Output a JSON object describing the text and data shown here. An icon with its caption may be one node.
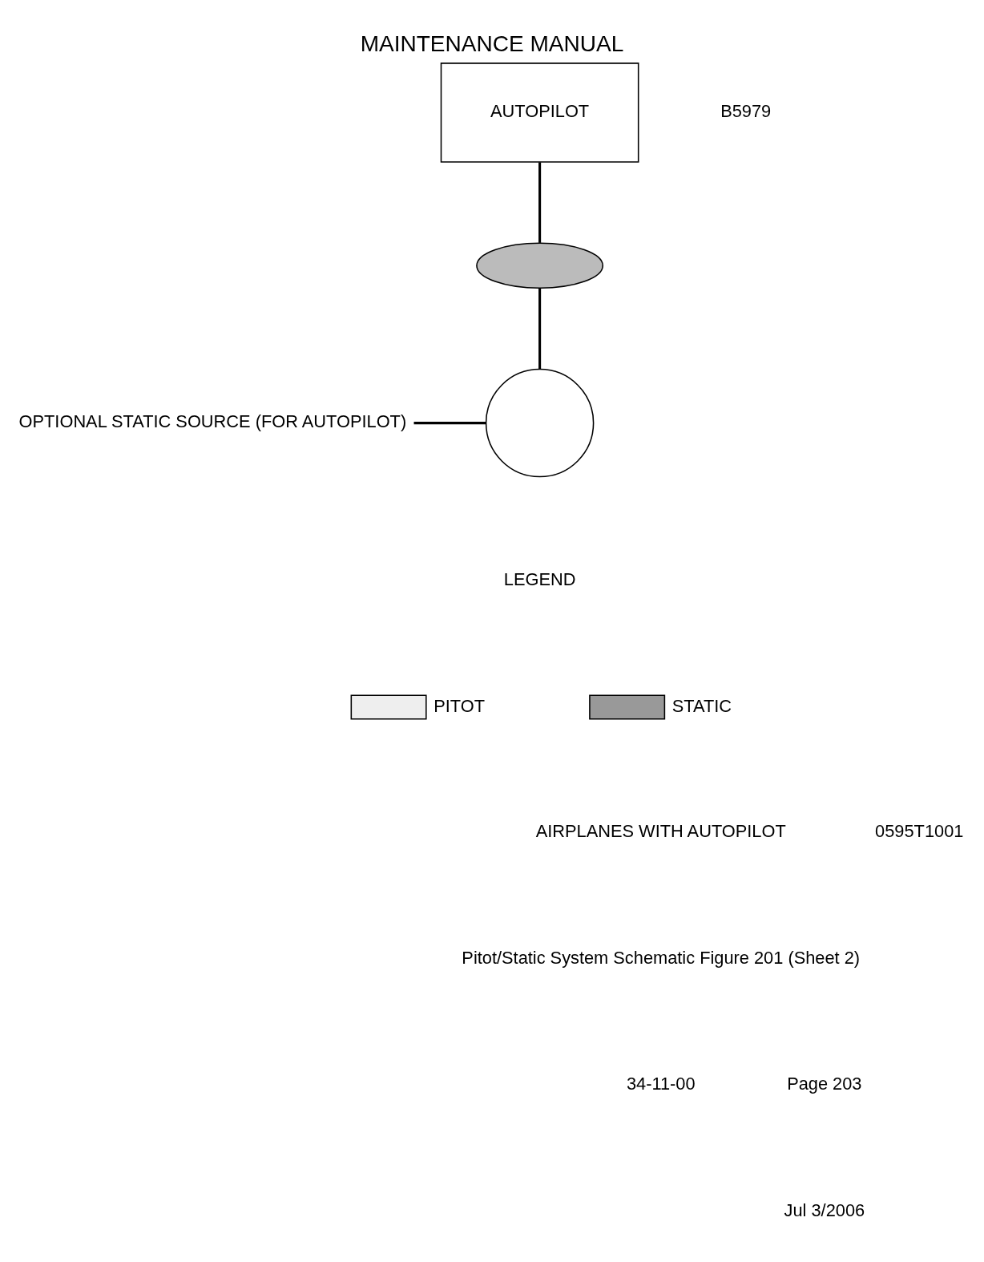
{
  "diagram": {
    "title": "MAINTENANCE MANUAL",
    "caption": "Pitot/Static System Schematic Figure 201 (Sheet 2)",
    "nodes": [
      {
        "text": [
          "AUTOPILOT"
        ]
      },
      {
        "text": [],
        "shape": "oval"
      },
      {
        "text": [],
        "shape": "circle"
      },
      {
        "text": [
          "OPTIONAL STATIC SOURCE (FOR AUTOPILOT)"
        ]
      }
    ],
    "edges": [
      {
        "from": 0,
        "to": 1,
        "arrow": "none"
      },
      {
        "from": 1,
        "to": 2,
        "arrow": "none"
      },
      {
        "from": 3,
        "to": 2,
        "arrow": "none"
      }
    ],
    "labels": [
      "B5979",
      "LEGEND",
      "AIRPLANES WITH AUTOPILOT",
      "0595T1001",
      "34-11-00",
      "Page 203",
      "Jul 3/2006"
    ],
    "legend": [
      {
        "text": "PITOT"
      },
      {
        "text": "STATIC"
      }
    ]
  }
}
